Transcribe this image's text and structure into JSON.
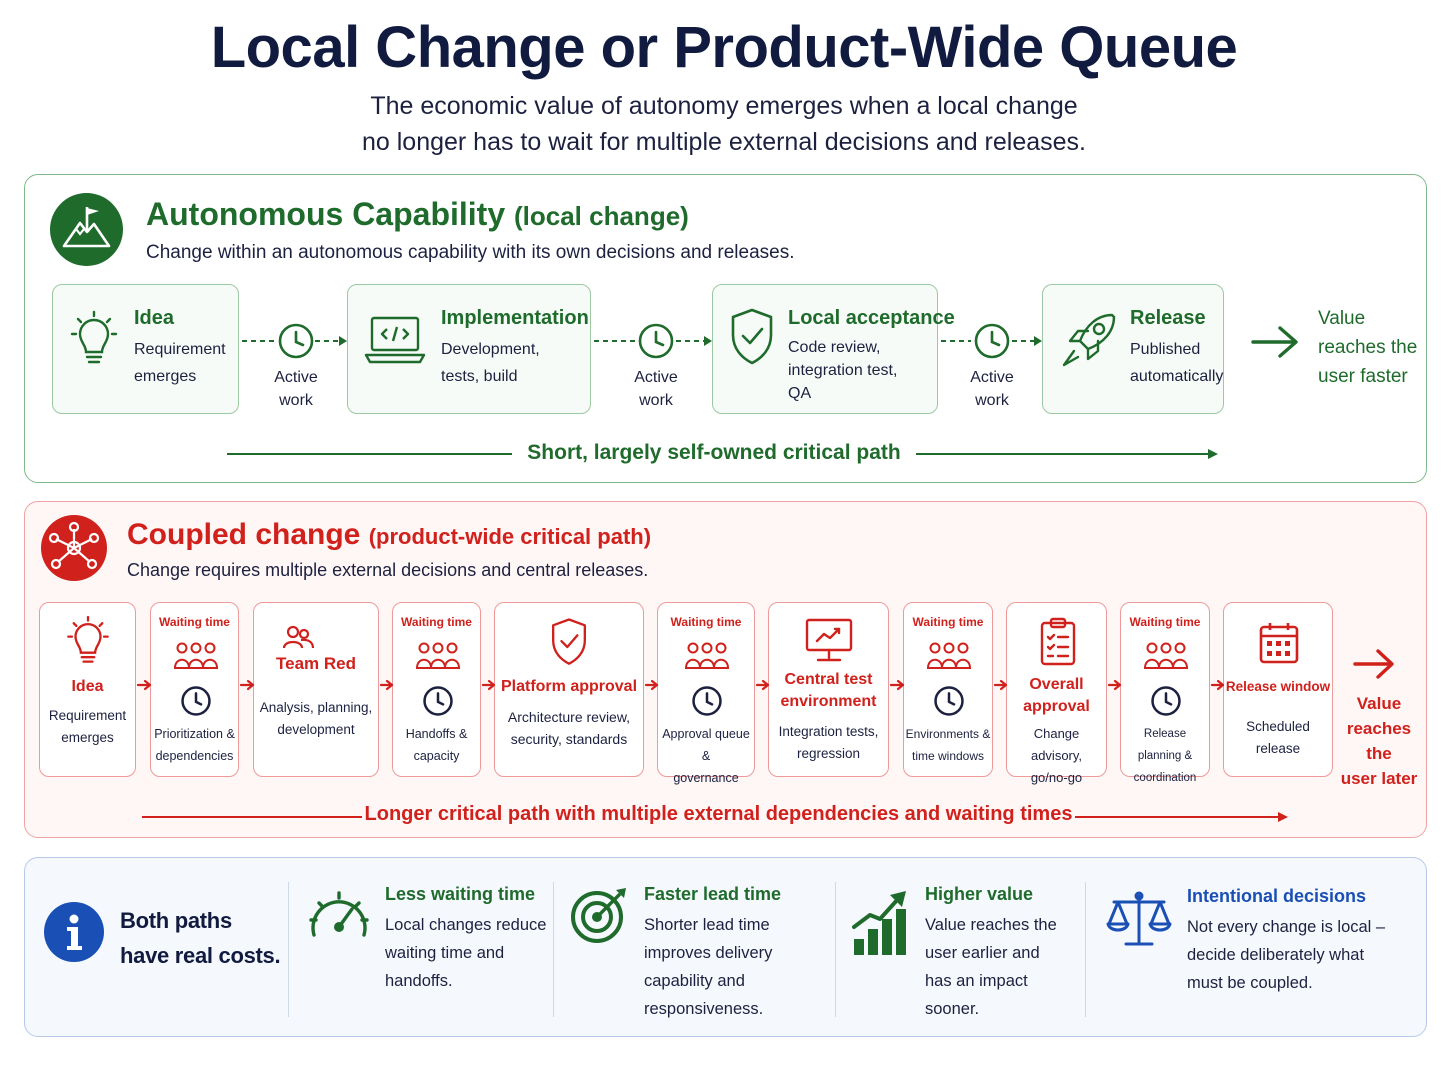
{
  "header": {
    "title": "Local Change or Product-Wide Queue",
    "subtitle_line1": "The economic value of autonomy emerges when a local change",
    "subtitle_line2": "no longer has to wait for multiple external decisions and releases."
  },
  "autonomous": {
    "title": "Autonomous Capability",
    "title_suffix": "(local change)",
    "description": "Change within an autonomous capability with its own decisions and releases.",
    "steps": [
      {
        "title": "Idea",
        "lines": [
          "Requirement",
          "emerges"
        ]
      },
      {
        "title": "Implementation",
        "lines": [
          "Development,",
          "tests, build"
        ]
      },
      {
        "title": "Local acceptance",
        "lines": [
          "Code review,",
          "integration test,",
          "QA"
        ]
      },
      {
        "title": "Release",
        "lines": [
          "Published",
          "automatically"
        ]
      }
    ],
    "waits": [
      {
        "lines": [
          "Active",
          "work"
        ]
      },
      {
        "lines": [
          "Active",
          "work"
        ]
      },
      {
        "lines": [
          "Active",
          "work"
        ]
      }
    ],
    "value": [
      "Value",
      "reaches the",
      "user faster"
    ],
    "path_label": "Short, largely self-owned critical path",
    "color": "#1e6b2c"
  },
  "coupled": {
    "title": "Coupled change",
    "title_suffix": "(product-wide critical path)",
    "description": "Change requires multiple external decisions and central releases.",
    "steps": [
      {
        "title": "Idea",
        "lines": [
          "Requirement",
          "emerges"
        ]
      },
      {
        "title": "Team Red",
        "lines": [
          "Analysis, planning,",
          "development"
        ]
      },
      {
        "title": "Platform approval",
        "lines": [
          "Architecture review,",
          "security, standards"
        ]
      },
      {
        "title": "Central test environment",
        "title_lines": [
          "Central test",
          "environment"
        ],
        "lines": [
          "Integration tests,",
          "regression"
        ]
      },
      {
        "title_lines": [
          "Overall",
          "approval"
        ],
        "lines": [
          "Change advisory,",
          "go/no-go"
        ]
      },
      {
        "title": "Release window",
        "lines": [
          "Scheduled",
          "release"
        ]
      }
    ],
    "waits": [
      {
        "label": "Waiting time",
        "lines": [
          "Prioritization &",
          "dependencies"
        ]
      },
      {
        "label": "Waiting time",
        "lines": [
          "Handoffs &",
          "capacity"
        ]
      },
      {
        "label": "Waiting time",
        "lines": [
          "Approval queue &",
          "governance"
        ]
      },
      {
        "label": "Waiting time",
        "lines": [
          "Environments &",
          "time windows"
        ]
      },
      {
        "label": "Waiting time",
        "lines": [
          "Release planning &",
          "coordination"
        ]
      }
    ],
    "value": [
      "Value",
      "reaches the",
      "user later"
    ],
    "path_label": "Longer critical path with multiple external dependencies and waiting times",
    "color": "#d0211c"
  },
  "summary": {
    "lead": [
      "Both paths",
      "have real costs."
    ],
    "items": [
      {
        "title": "Less waiting time",
        "lines": [
          "Local changes reduce",
          "waiting time and",
          "handoffs."
        ],
        "icon": "speedometer-icon"
      },
      {
        "title": "Faster lead time",
        "lines": [
          "Shorter lead time",
          "improves delivery",
          "capability and",
          "responsiveness."
        ],
        "icon": "target-icon"
      },
      {
        "title": "Higher value",
        "lines": [
          "Value reaches the",
          "user earlier and",
          "has an impact",
          "sooner."
        ],
        "icon": "growth-chart-icon"
      },
      {
        "title": "Intentional decisions",
        "lines": [
          "Not every change is local –",
          "decide deliberately what",
          "must be coupled."
        ],
        "icon": "scales-icon"
      }
    ],
    "accent_green": "#1e6b2c",
    "accent_blue": "#1a4fb5"
  }
}
